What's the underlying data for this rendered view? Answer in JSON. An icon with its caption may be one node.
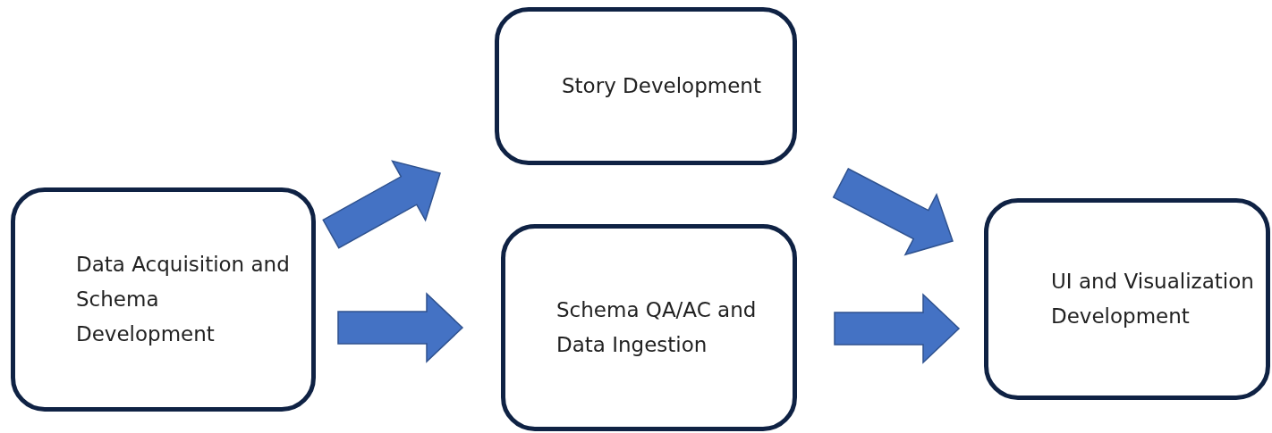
{
  "diagram": {
    "nodes": [
      {
        "text": [
          "Data Acquisition and Schema Development"
        ]
      },
      {
        "text": [
          "Story Development"
        ]
      },
      {
        "text": [
          "Schema QA/AC and Data Ingestion"
        ]
      },
      {
        "text": [
          "UI and Visualization Development"
        ]
      }
    ],
    "edges": [
      {
        "from": 0,
        "to": 1,
        "arrow": "to"
      },
      {
        "from": 0,
        "to": 2,
        "arrow": "to"
      },
      {
        "from": 1,
        "to": 3,
        "arrow": "to"
      },
      {
        "from": 2,
        "to": 3,
        "arrow": "to"
      }
    ]
  }
}
